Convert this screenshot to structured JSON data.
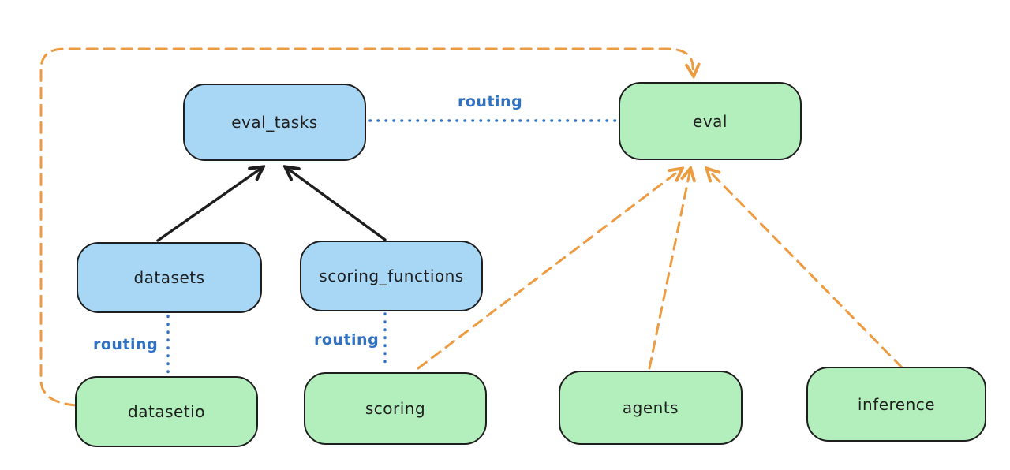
{
  "diagram": {
    "type": "architecture-diagram",
    "style": "hand-drawn"
  },
  "nodes": [
    {
      "id": "eval_tasks",
      "label": "eval_tasks",
      "fill": "#a8d7f6",
      "border": "#1e1e1e"
    },
    {
      "id": "eval",
      "label": "eval",
      "fill": "#b3efbc",
      "border": "#1e1e1e"
    },
    {
      "id": "datasets",
      "label": "datasets",
      "fill": "#a8d7f6",
      "border": "#1e1e1e"
    },
    {
      "id": "scoring_functions",
      "label": "scoring_functions",
      "fill": "#a8d7f6",
      "border": "#1e1e1e"
    },
    {
      "id": "datasetio",
      "label": "datasetio",
      "fill": "#b3efbc",
      "border": "#1e1e1e"
    },
    {
      "id": "scoring",
      "label": "scoring",
      "fill": "#b3efbc",
      "border": "#1e1e1e"
    },
    {
      "id": "agents",
      "label": "agents",
      "fill": "#b3efbc",
      "border": "#1e1e1e"
    },
    {
      "id": "inference",
      "label": "inference",
      "fill": "#b3efbc",
      "border": "#1e1e1e"
    }
  ],
  "edges": [
    {
      "from": "datasets",
      "to": "eval_tasks",
      "type": "solid-arrow",
      "color": "#1e1e1e"
    },
    {
      "from": "scoring_functions",
      "to": "eval_tasks",
      "type": "solid-arrow",
      "color": "#1e1e1e"
    },
    {
      "from": "eval_tasks",
      "to": "eval",
      "type": "dotted-line",
      "color": "#2f72c4",
      "label": "routing"
    },
    {
      "from": "datasets",
      "to": "datasetio",
      "type": "dotted-line",
      "color": "#2f72c4",
      "label": "routing"
    },
    {
      "from": "scoring_functions",
      "to": "scoring",
      "type": "dotted-line",
      "color": "#2f72c4",
      "label": "routing"
    },
    {
      "from": "datasetio",
      "to": "eval",
      "type": "dashed-arrow",
      "color": "#ed9b40"
    },
    {
      "from": "scoring",
      "to": "eval",
      "type": "dashed-arrow",
      "color": "#ed9b40"
    },
    {
      "from": "agents",
      "to": "eval",
      "type": "dashed-arrow",
      "color": "#ed9b40"
    },
    {
      "from": "inference",
      "to": "eval",
      "type": "dashed-arrow",
      "color": "#ed9b40"
    }
  ],
  "colors": {
    "background": "#ffffff",
    "node_blue_fill": "#a8d7f6",
    "node_green_fill": "#b3efbc",
    "node_border": "#1e1e1e",
    "solid_arrow": "#1e1e1e",
    "routing_blue": "#2f72c4",
    "dashed_orange": "#ed9b40"
  }
}
